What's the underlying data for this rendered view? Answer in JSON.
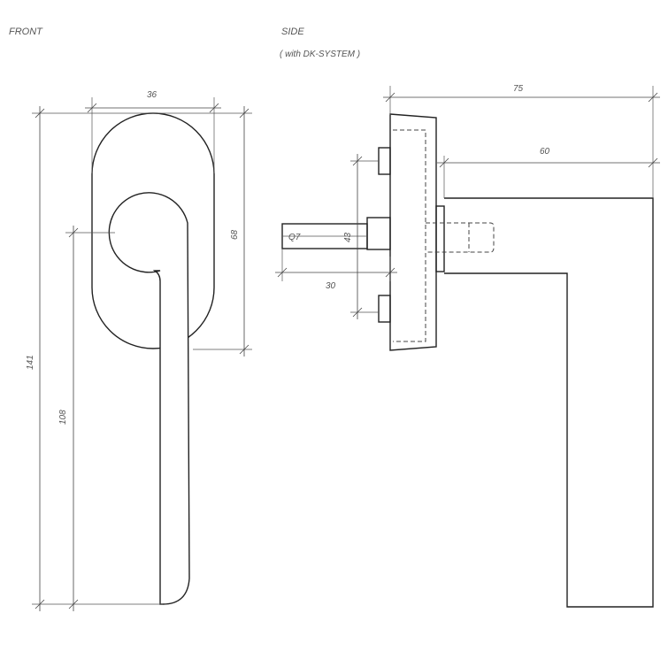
{
  "views": {
    "front": {
      "title": "FRONT"
    },
    "side": {
      "title": "SIDE",
      "subtitle": "( with DK-SYSTEM )"
    }
  },
  "dimensions": {
    "front_width": "36",
    "rosette_height": "68",
    "total_height": "141",
    "spindle_to_lever_end": "108",
    "total_projection": "75",
    "lever_projection": "60",
    "spindle_square": "Q7",
    "fixing_distance": "43",
    "spindle_length": "30"
  }
}
